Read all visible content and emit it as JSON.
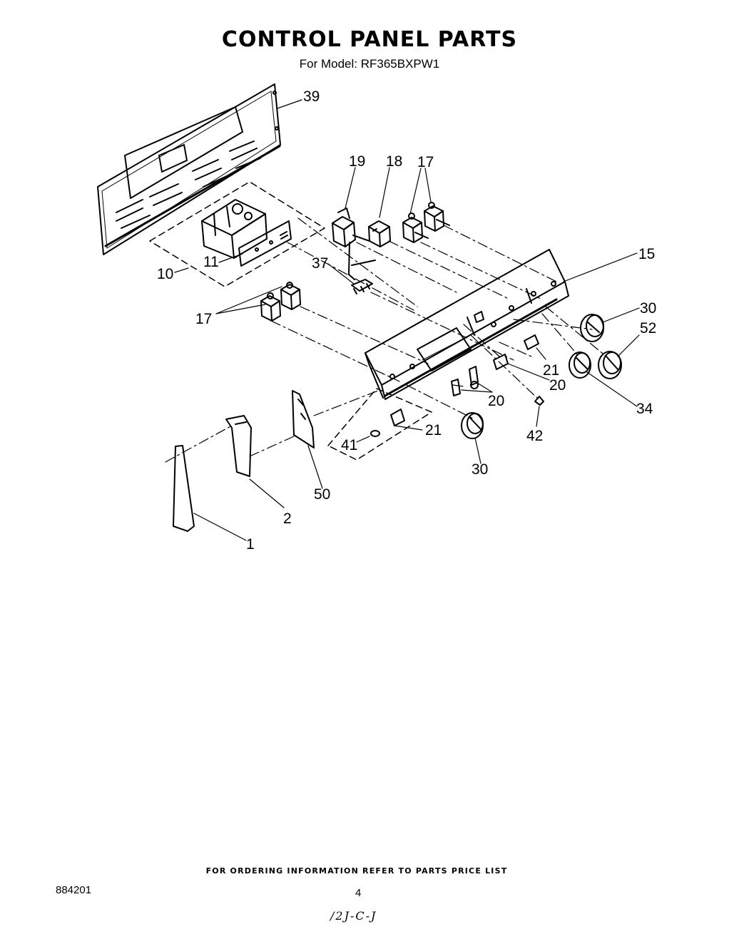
{
  "header": {
    "title": "CONTROL PANEL PARTS",
    "subtitle": "For Model: RF365BXPW1"
  },
  "callouts": {
    "c39": "39",
    "c19": "19",
    "c18": "18",
    "c17_top": "17",
    "c15": "15",
    "c11": "11",
    "c10": "10",
    "c37": "37",
    "c17_left": "17",
    "c30_right": "30",
    "c52": "52",
    "c21_right": "21",
    "c20_right": "20",
    "c20_mid": "20",
    "c34": "34",
    "c42": "42",
    "c21_lower": "21",
    "c41": "41",
    "c30_lower": "30",
    "c50": "50",
    "c2": "2",
    "c1": "1"
  },
  "footer": {
    "note": "FOR ORDERING INFORMATION REFER TO PARTS PRICE LIST",
    "doc_number": "884201",
    "page_number": "4",
    "handwritten": "/2J-C-J"
  }
}
